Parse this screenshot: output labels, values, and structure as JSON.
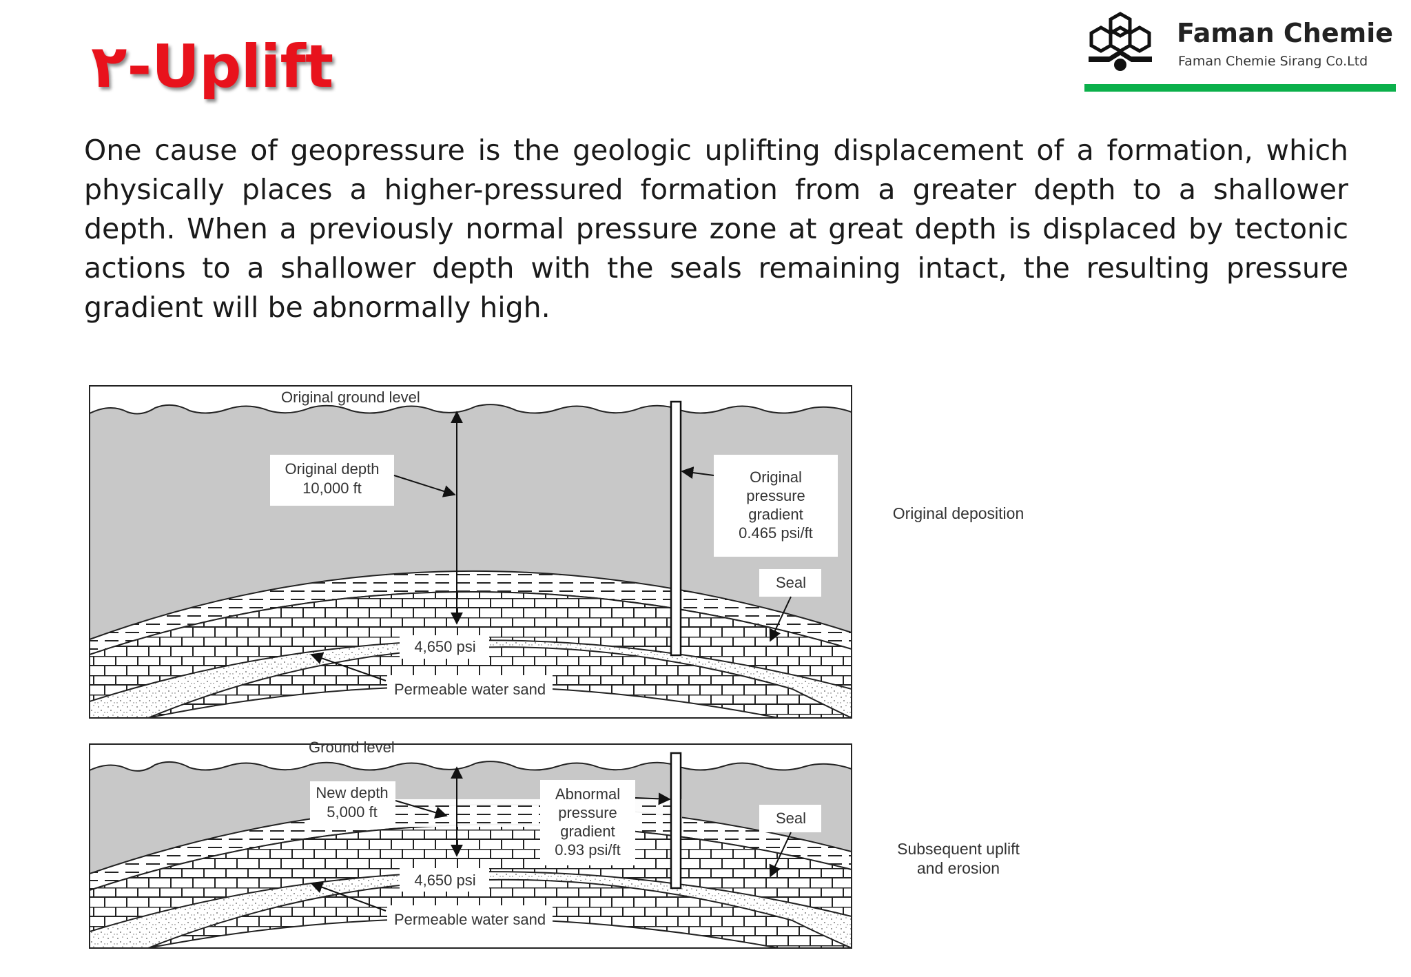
{
  "slide": {
    "title": "۲-Uplift",
    "body": "One cause of geopressure is the geologic uplifting displacement of a formation, which physically places a higher-pressured formation from a greater depth to a shallower depth. When a previously normal pressure zone at great depth is displaced by tectonic actions to a shallower depth with the seals remaining intact, the resulting pressure gradient will be abnormally high."
  },
  "logo": {
    "name": "Faman Chemie",
    "subtitle": "Faman Chemie Sirang Co.Ltd",
    "bar_color": "#0bb04b"
  },
  "colors": {
    "title": "#e8121c",
    "overburden": "#c8c8c8"
  },
  "diagram": {
    "top": {
      "ground_label": "Original ground level",
      "depth_label": [
        "Original depth",
        "10,000 ft"
      ],
      "gradient_label": [
        "Original",
        "pressure",
        "gradient",
        "0.465 psi/ft"
      ],
      "seal_label": "Seal",
      "pressure_label": "4,650 psi",
      "sand_label": "Permeable water sand",
      "side_label": "Original deposition"
    },
    "bottom": {
      "ground_label": "Ground level",
      "depth_label": [
        "New depth",
        "5,000 ft"
      ],
      "gradient_label": [
        "Abnormal",
        "pressure",
        "gradient",
        "0.93 psi/ft"
      ],
      "seal_label": "Seal",
      "pressure_label": "4,650 psi",
      "sand_label": "Permeable water sand",
      "side_label": [
        "Subsequent uplift",
        "and erosion"
      ]
    }
  }
}
